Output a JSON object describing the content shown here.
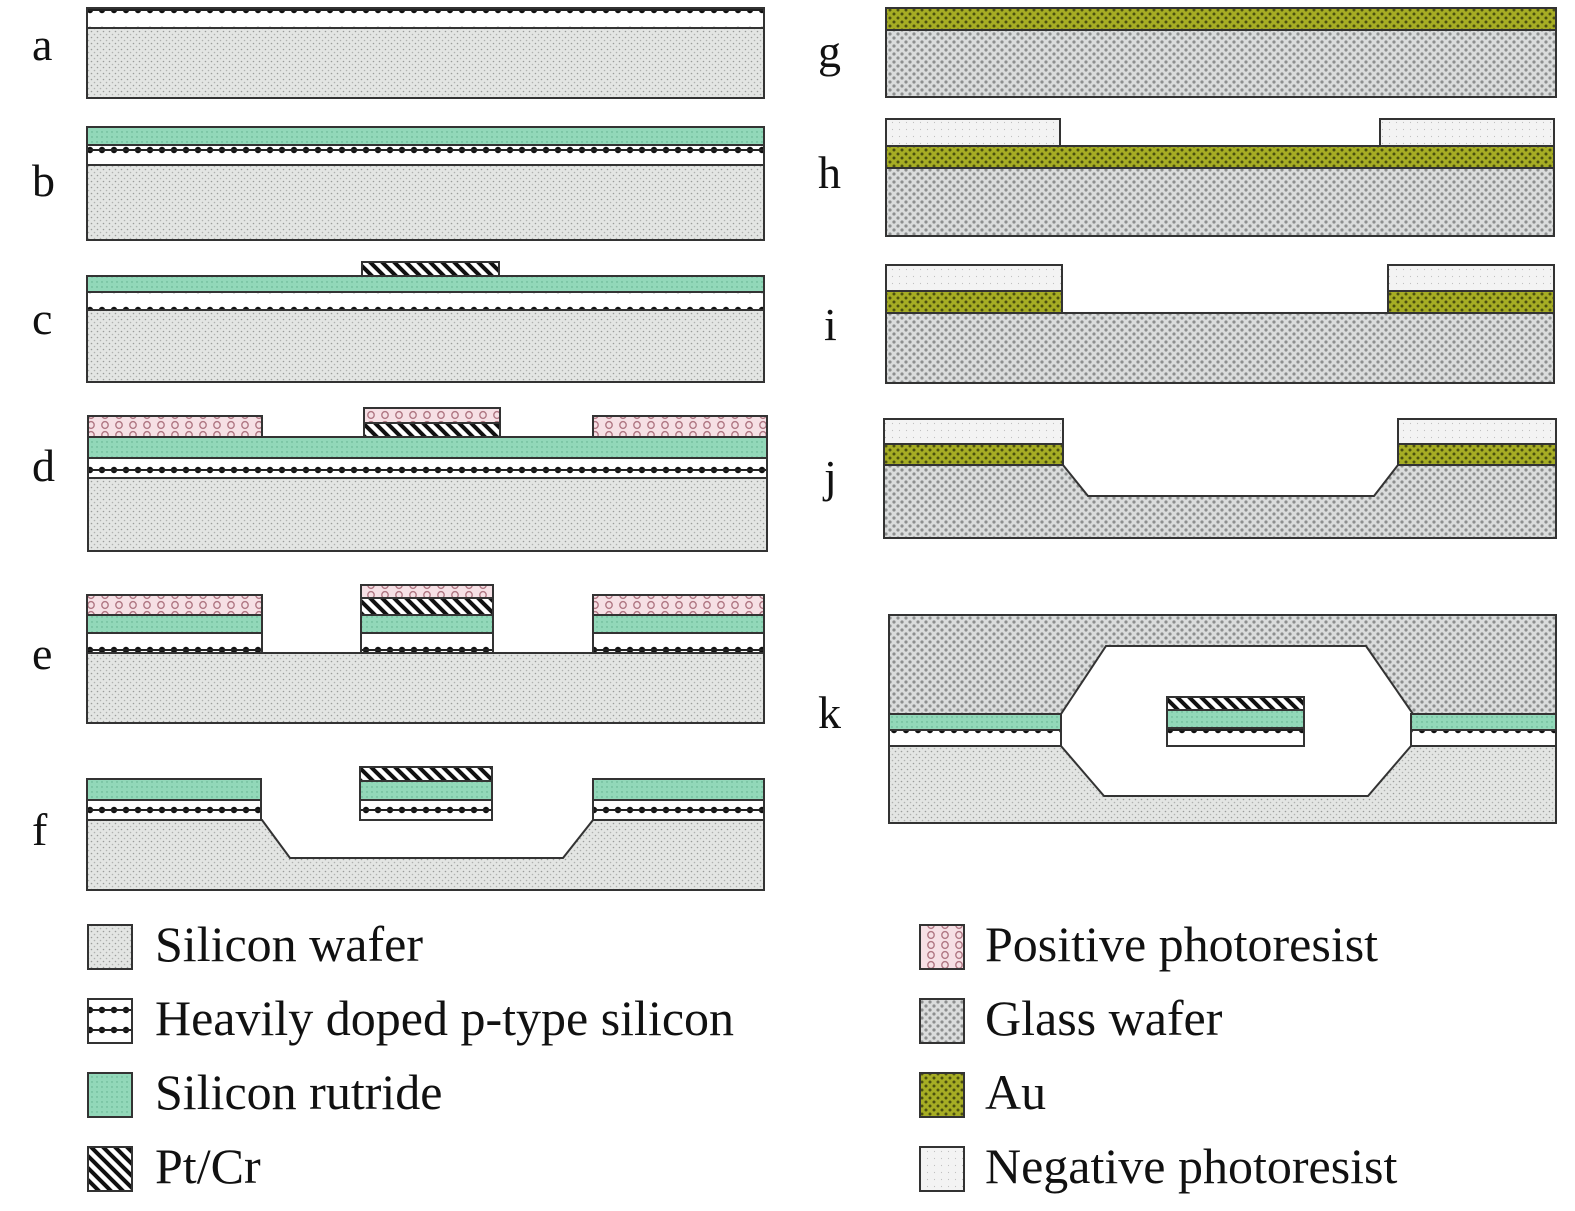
{
  "steps": [
    "a",
    "b",
    "c",
    "d",
    "e",
    "f",
    "g",
    "h",
    "i",
    "j",
    "k"
  ],
  "legend": {
    "left": [
      "Silicon wafer",
      "Heavily doped p-type silicon",
      "Silicon rutride",
      "Pt/Cr"
    ],
    "right": [
      "Positive photoresist",
      "Glass wafer",
      "Au",
      "Negative photoresist"
    ]
  },
  "colors": {
    "silicon_wafer": "#dfe1df",
    "doped_silicon": "#111111",
    "silicon_nitride": "#8fd6b7",
    "pt_cr": "#222222",
    "positive_photoresist": "#f4dbe1",
    "glass_wafer": "#c9cbcb",
    "au": "#9ea521",
    "negative_photoresist": "#eeeeee",
    "outline": "#333333"
  }
}
